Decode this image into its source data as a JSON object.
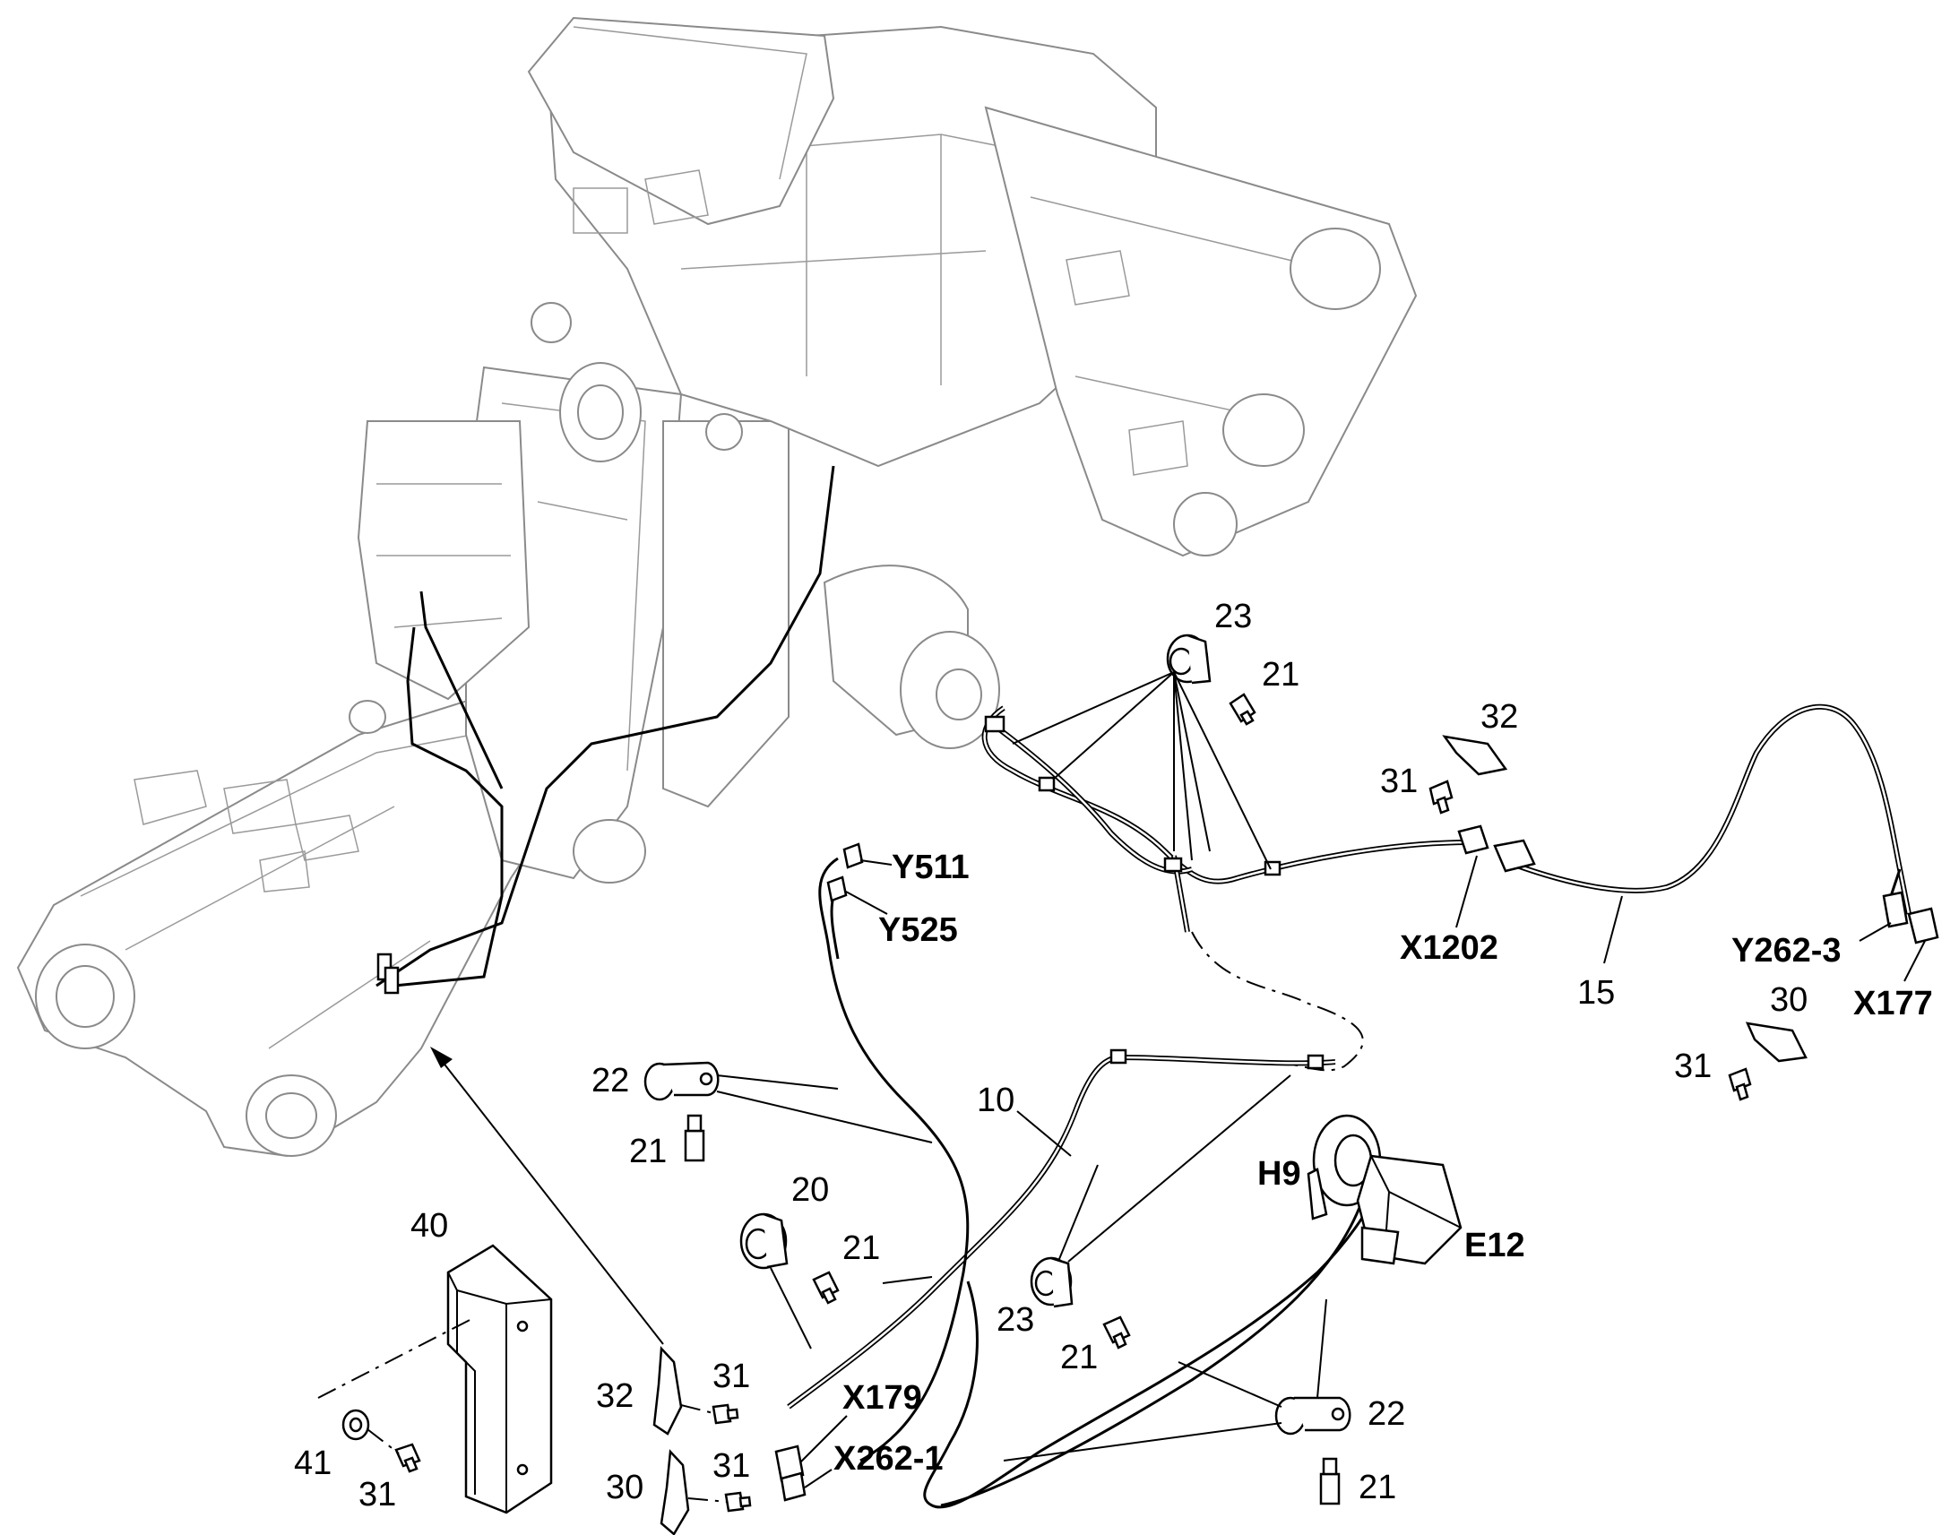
{
  "labels": {
    "l23a": "23",
    "l21a": "21",
    "l32a": "32",
    "l31a": "31",
    "y511": "Y511",
    "y525": "Y525",
    "x1202": "X1202",
    "l15": "15",
    "y2623": "Y262-3",
    "x177": "X177",
    "l30a": "30",
    "l31b": "31",
    "l22a": "22",
    "l21b": "21",
    "l10": "10",
    "h9": "H9",
    "e12": "E12",
    "l20": "20",
    "l21c": "21",
    "l23b": "23",
    "l21d": "21",
    "l40": "40",
    "l22b": "22",
    "l21e": "21",
    "x179": "X179",
    "x2621": "X262-1",
    "l32b": "32",
    "l31c": "31",
    "l31d": "31",
    "l30b": "30",
    "l41": "41",
    "l31e": "31"
  },
  "colors": {
    "ink": "#000000",
    "machine_line": "#8a8a8a",
    "background": "#ffffff"
  }
}
